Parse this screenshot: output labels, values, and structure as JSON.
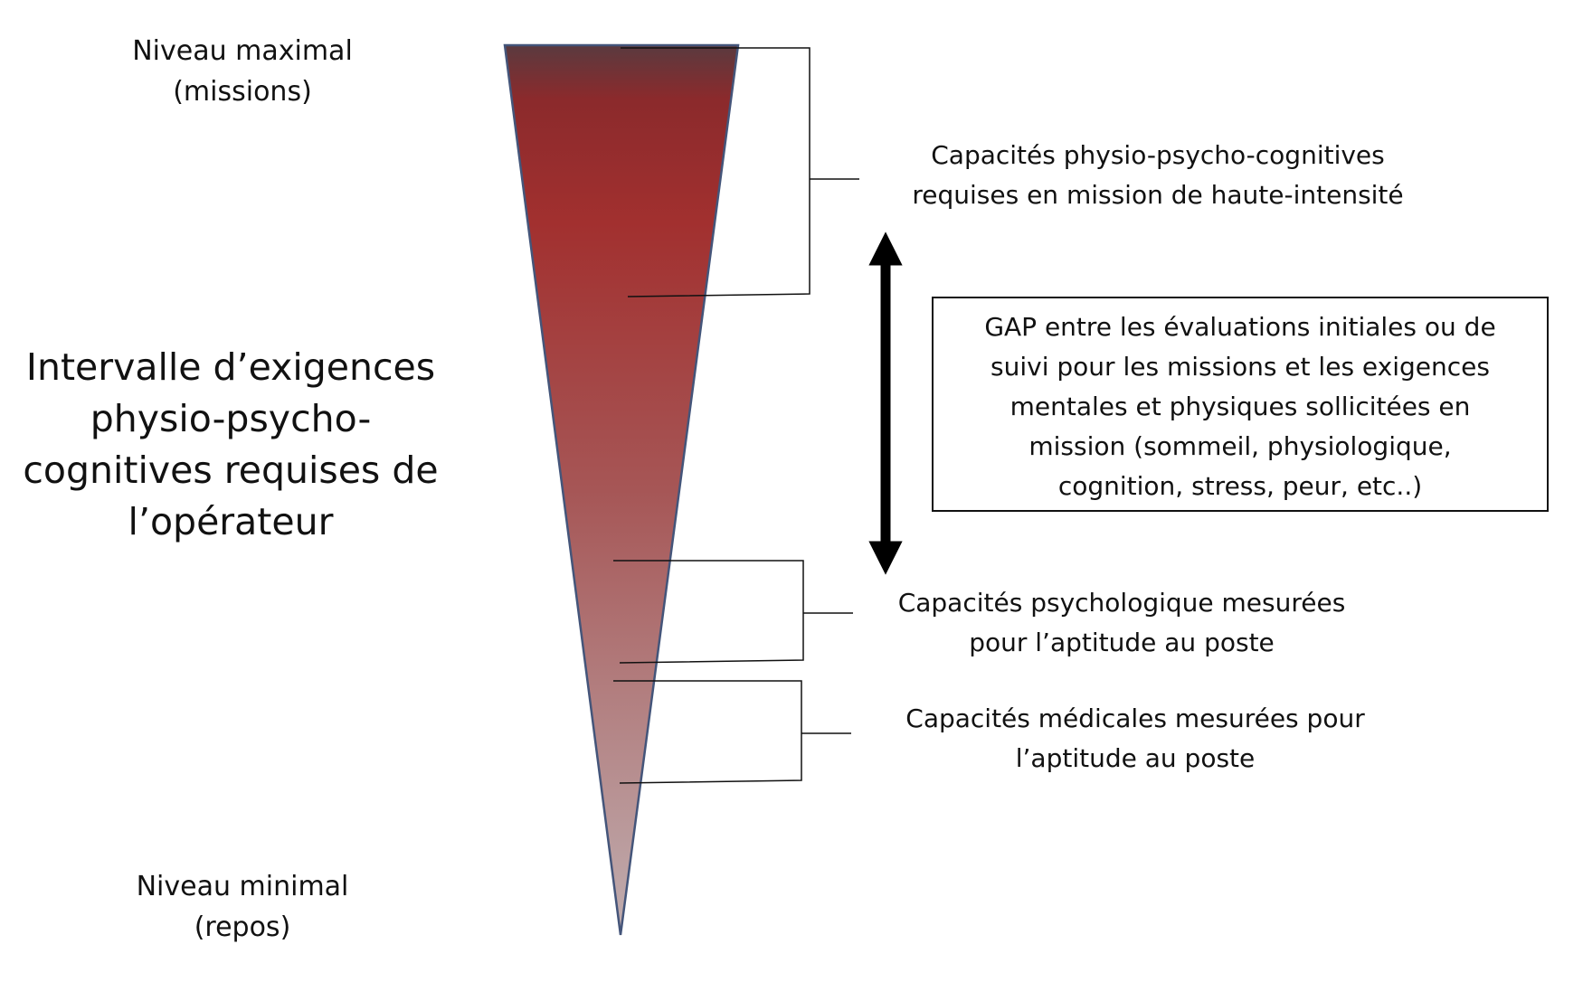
{
  "labels": {
    "top": [
      "Niveau maximal",
      "(missions)"
    ],
    "bottom": [
      "Niveau minimal",
      "(repos)"
    ],
    "main": [
      "Intervalle d’exigences",
      "physio-psycho-",
      "cognitives requises de",
      "l’opérateur"
    ]
  },
  "brackets": {
    "physio": [
      "Capacités physio-psycho-cognitives",
      "requises en mission de haute-intensité"
    ],
    "psycho": [
      "Capacités psychologique mesurées",
      "pour l’aptitude au poste"
    ],
    "medical": [
      "Capacités médicales mesurées pour",
      "l’aptitude au poste"
    ]
  },
  "gap_box": [
    "GAP entre les évaluations initiales ou de",
    "suivi pour les missions et les exigences",
    "mentales et physiques sollicitées en",
    "mission (sommeil, physiologique,",
    "cognition, stress, peur, etc..)"
  ],
  "colors": {
    "cone_top": "#5a3a3f",
    "cone_dark": "#8b2a2c",
    "cone_red": "#a2302f",
    "cone_mid": "#a65656",
    "cone_light": "#c0aeb0",
    "cone_outline": "#44557a",
    "line": "#111111"
  }
}
